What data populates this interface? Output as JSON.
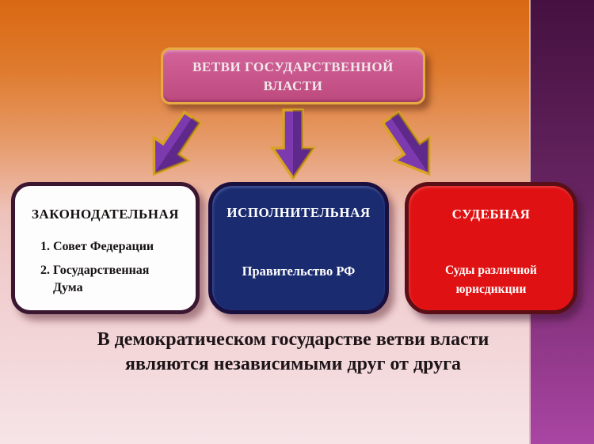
{
  "title": {
    "text": "ВЕТВИ ГОСУДАРСТВЕННОЙ ВЛАСТИ"
  },
  "branches": [
    {
      "title": "ЗАКОНОДАТЕЛЬНАЯ",
      "items": [
        "Совет Федерации",
        "Государственная Дума"
      ]
    },
    {
      "title": "ИСПОЛНИТЕЛЬНАЯ",
      "body": "Правительство РФ"
    },
    {
      "title": "СУДЕБНАЯ",
      "body": "Суды различной юрисдикции"
    }
  ],
  "footer": {
    "line1": "В демократическом государстве ветви власти",
    "line2": "являются независимыми друг от друга"
  },
  "icons": {
    "arrow_left": "block-arrow-down-left",
    "arrow_mid": "block-arrow-down",
    "arrow_right": "block-arrow-down-right"
  },
  "colors": {
    "bg_top": "#D96813",
    "bg_bottom": "#F6E4E7",
    "stripe_top": "#451140",
    "stripe_bottom": "#A945A3",
    "title_fill_top": "#D2639A",
    "title_fill_bottom": "#BE4A7F",
    "title_border": "#E8AB44",
    "title_text": "#F2E8EA",
    "arrow_fill": "#7C3AAE",
    "arrow_outline": "#D8A320",
    "branch1_fill": "#FEFDFD",
    "branch1_border": "#3A1630",
    "branch1_text": "#151111",
    "branch2_fill": "#1B2B6F",
    "branch2_border": "#191040",
    "branch2_text": "#FFFFFF",
    "branch3_fill": "#E01112",
    "branch3_border": "#5A0E16",
    "branch3_text": "#FFFFFF",
    "footer_text": "#1D1418"
  }
}
